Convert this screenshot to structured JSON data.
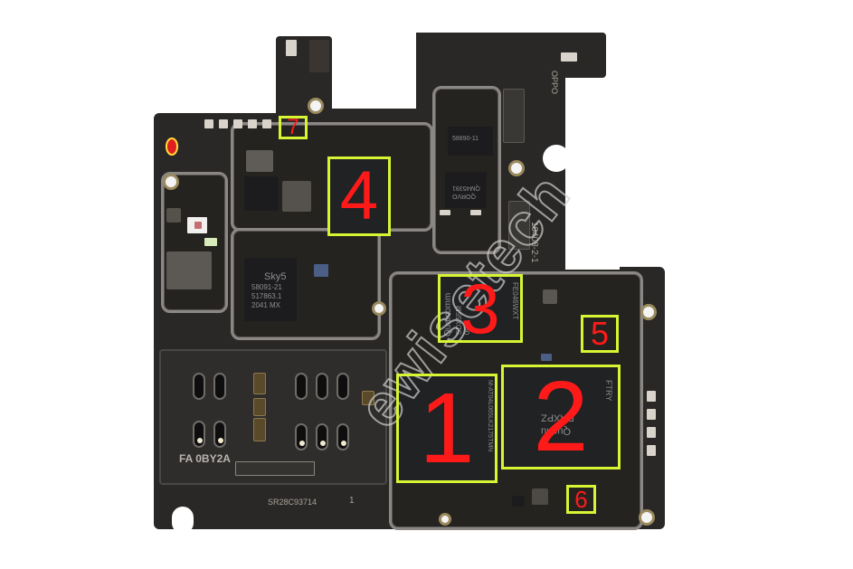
{
  "image": {
    "subject": "Smartphone main logic board (PCB) photographed on white background with numbered chip annotations",
    "background_color": "#ffffff",
    "pcb_color": "#2a2826",
    "annotation_box_color": "#d7f533",
    "annotation_number_color": "#ff1a1a"
  },
  "annotations": [
    {
      "number": "1",
      "label": "1",
      "position": "lower-center left"
    },
    {
      "number": "2",
      "label": "2",
      "position": "lower-center right"
    },
    {
      "number": "3",
      "label": "3",
      "position": "center"
    },
    {
      "number": "4",
      "label": "4",
      "position": "upper-center"
    },
    {
      "number": "5",
      "label": "5",
      "position": "right-center small"
    },
    {
      "number": "6",
      "label": "6",
      "position": "bottom-right small"
    },
    {
      "number": "7",
      "label": "7",
      "position": "top-left small"
    }
  ],
  "chip_markings": {
    "chip3_brand": "Qualcomm",
    "chip3_line1": "SDX55M",
    "chip3_line2": "002",
    "chip3_side": "FE046WXT",
    "chip1_side": "M-AT04L065LK2175TMN",
    "chip2_line1": "DAXPZ",
    "chip2_line2": "Quanu",
    "chip2_side": "FTRY",
    "skyworks_brand": "Sky5",
    "skyworks_line1": "58091-21",
    "skyworks_line2": "517863.1",
    "skyworks_line3": "2041 MX",
    "upper_chip_a": "58890-11",
    "upper_chip_b": "QORVO",
    "upper_chip_b_line": "QM45391"
  },
  "silkscreen": {
    "sim_tray_label": "FA 0BY2A",
    "board_serial": "SR28C93714",
    "board_serial_suffix": "1",
    "right_edge_label": "10408-2-1",
    "right_top_label": "OPPO"
  },
  "watermark": {
    "text": "ewisetech"
  }
}
